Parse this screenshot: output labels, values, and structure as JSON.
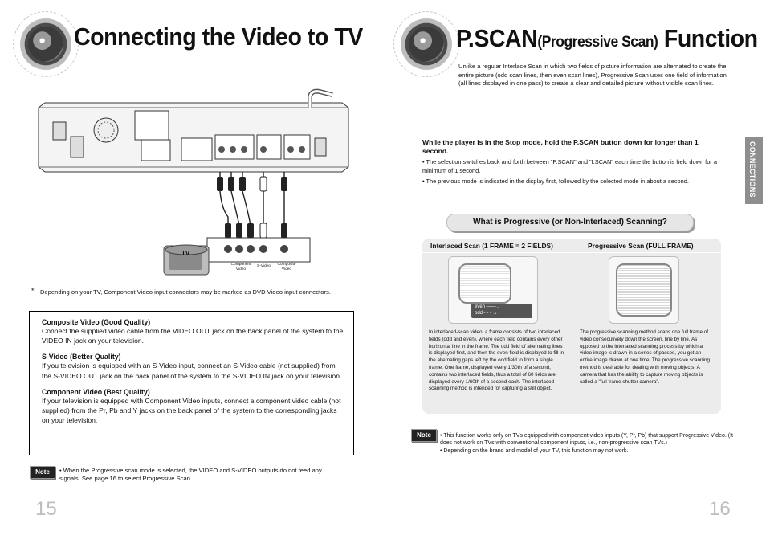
{
  "left": {
    "title": "Connecting the Video to TV",
    "diagram": {
      "tv_label": "TV",
      "connector_labels": [
        "Component Video",
        "S-Video",
        "Composite Video"
      ]
    },
    "footnote_mark": "*",
    "footnote": "Depending on your TV, Component Video input connectors may be marked as DVD Video input connectors.",
    "sections": [
      {
        "heading": "Composite Video (Good Quality)",
        "text": "Connect the supplied video cable from the VIDEO OUT jack on the back panel of the system to the VIDEO IN jack on your television."
      },
      {
        "heading": "S-Video (Better Quality)",
        "text": "If you television is equipped with an S-Video input, connect an S-Video cable (not supplied) from the S-VIDEO OUT jack on the back panel of the system to the S-VIDEO IN jack on your television."
      },
      {
        "heading": "Component Video (Best Quality)",
        "text": "If your television is equipped with Component Video inputs, connect a component video cable (not supplied) from the Pr, Pb and Y jacks on the back panel of the system to the corresponding jacks on your television."
      }
    ],
    "note_label": "Note",
    "note_text": "• When the Progressive scan mode is selected, the VIDEO and S-VIDEO outputs do not feed any signals. See page 16 to select Progressive Scan.",
    "page_number": "15"
  },
  "right": {
    "title_main": "P.SCAN",
    "title_paren": "(Progressive Scan)",
    "title_end": " Function",
    "intro": "Unlike a regular Interlace Scan in which two fields of picture information are alternated to create the entire picture (odd scan lines, then even scan lines), Progressive Scan uses one field of information (all lines displayed in one pass) to create a clear and detailed picture without visible scan lines.",
    "side_tab": "CONNECTIONS",
    "instruction": "While the player is in the Stop mode, hold the P.SCAN button down for longer than 1 second.",
    "bullets": [
      "• The selection switches back and forth between \"P.SCAN\" and \"I.SCAN\" each time the button is held down for a minimum of 1 second.",
      "• The previous mode is indicated in the display first, followed by the selected mode in about a second."
    ],
    "question": "What is Progressive (or Non-Interlaced) Scanning?",
    "interlaced": {
      "heading": "Interlaced Scan (1 FRAME = 2 FIELDS)",
      "even": "even",
      "odd": "odd",
      "text": "In interlaced-scan video, a frame consists of two interlaced fields (odd and even), where each field contains every other horizontal line in the frame. The odd field of alternating lines is displayed first, and then the even field is displayed to fill in the alternating gaps left by the odd field to form a single frame. One frame, displayed every 1/30th of a second, contains two interlaced fields, thus a total of 60 fields are displayed every 1/60th of a second each. The interlaced scanning method is intended for capturing a still object."
    },
    "progressive": {
      "heading": "Progressive Scan (FULL FRAME)",
      "text": "The progressive scanning method scans one full frame of video consecutively down the screen, line by line. As opposed to the interlaced scanning process by which a video image is drawn in a series of passes, you get an entire image drawn at one time. The progressive scanning method is desirable for dealing with moving objects. A camera that has the ability to capture moving objects is called a \"full frame shutter camera\"."
    },
    "note_label": "Note",
    "note_lines": [
      "• This function works only on TVs equipped with component video inputs (Y, Pr, Pb) that support Progressive Video. (It does not work on TVs with conventional component inputs, i.e., non-progressive scan TVs.)",
      "• Depending on the brand and model of your TV, this function may not work."
    ],
    "page_number": "16"
  }
}
